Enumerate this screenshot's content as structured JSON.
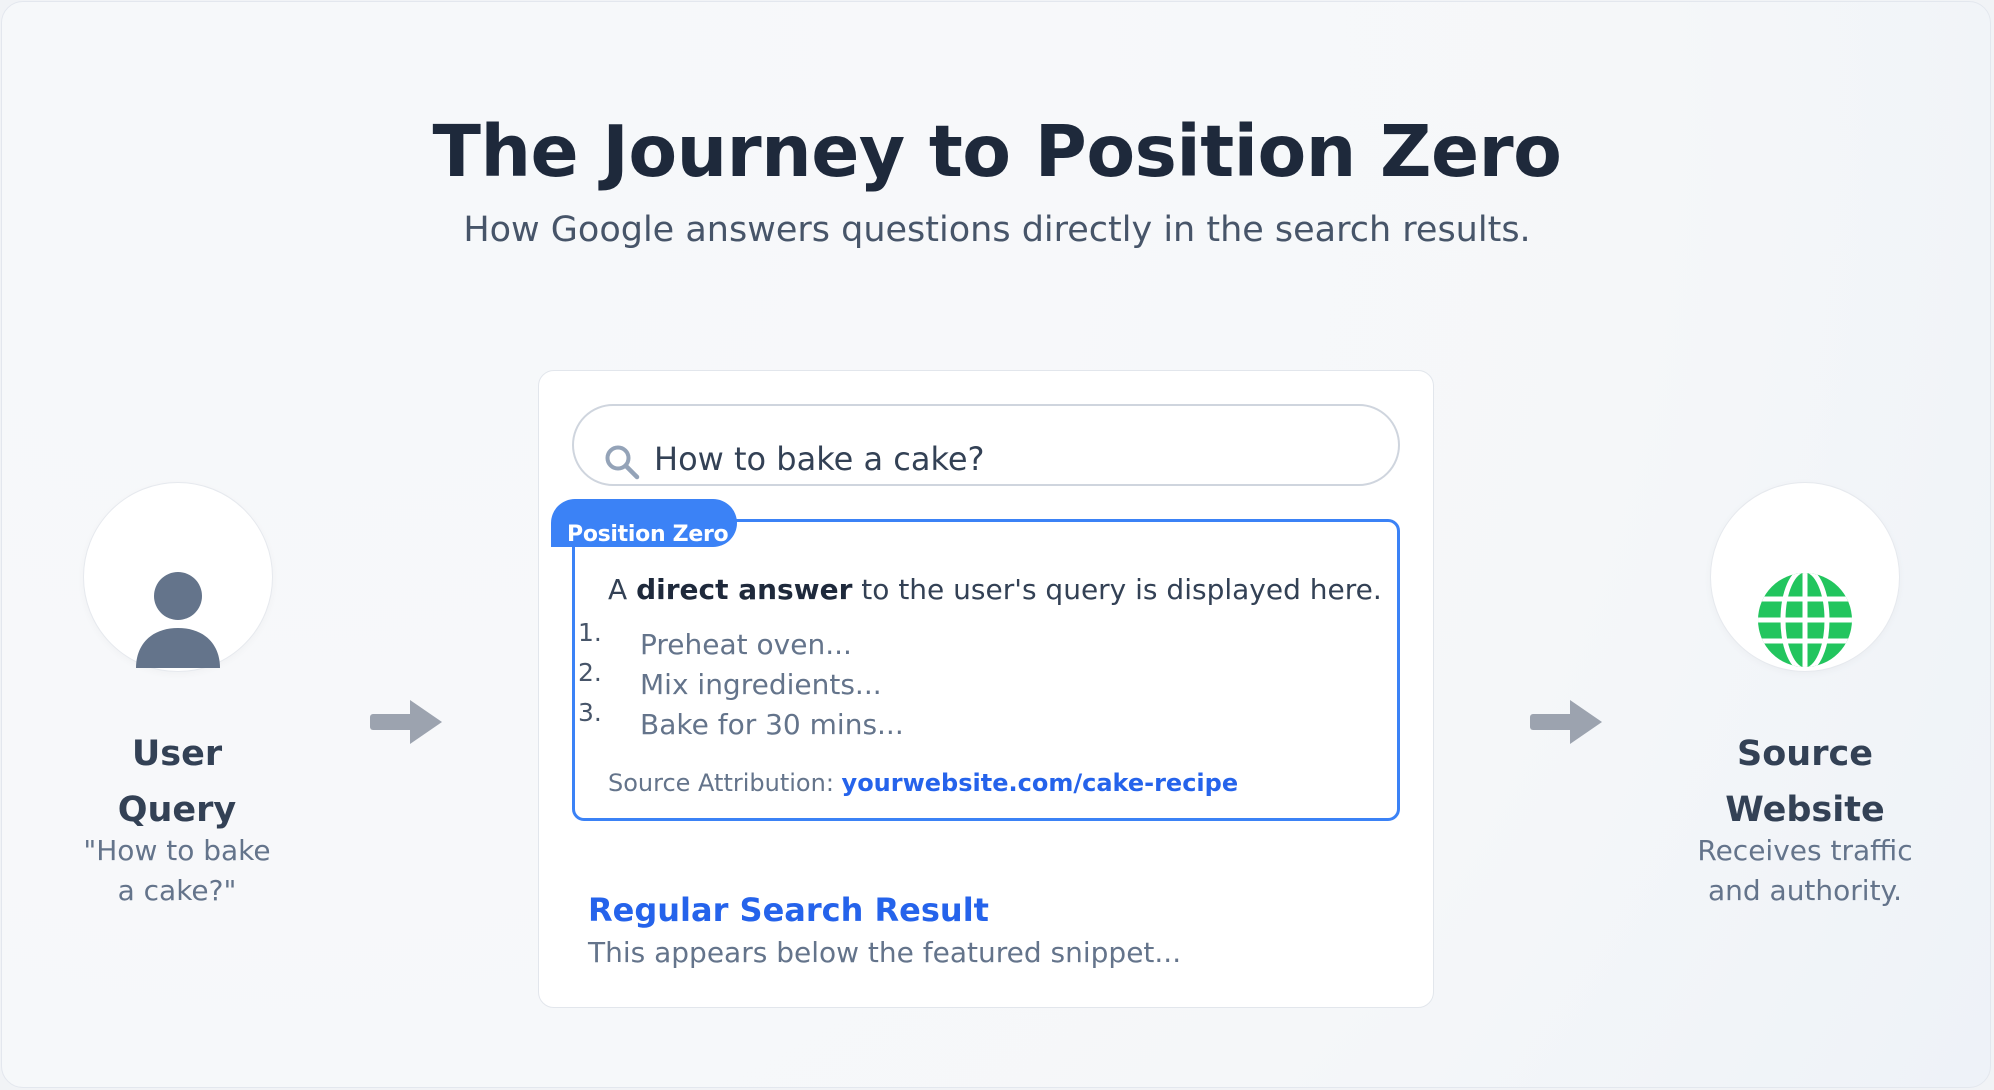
{
  "header": {
    "title": "The Journey to Position Zero",
    "subtitle": "How Google answers questions directly in the search results."
  },
  "user_node": {
    "icon": "user-icon",
    "label_line1": "User",
    "label_line2": "Query",
    "desc_line1": "\"How to bake",
    "desc_line2": "a cake?\""
  },
  "source_node": {
    "icon": "globe-icon",
    "label_line1": "Source",
    "label_line2": "Website",
    "desc_line1": "Receives traffic",
    "desc_line2": "and authority."
  },
  "search": {
    "icon": "search-icon",
    "query": "How to bake a cake?"
  },
  "featured_snippet": {
    "badge": "Position Zero",
    "lead_prefix": "A ",
    "lead_bold": "direct answer",
    "lead_suffix": " to the user's query is displayed here.",
    "steps": [
      {
        "num": "1.",
        "text": "Preheat oven..."
      },
      {
        "num": "2.",
        "text": "Mix ingredients..."
      },
      {
        "num": "3.",
        "text": "Bake for 30 mins..."
      }
    ],
    "source_label": "Source Attribution: ",
    "source_link": "yourwebsite.com/cake-recipe"
  },
  "regular_result": {
    "title": "Regular Search Result",
    "description": "This appears below the featured snippet..."
  },
  "colors": {
    "accent_blue": "#3b82f6",
    "link_blue": "#2563eb",
    "globe_green": "#22c55e",
    "user_icon_gray": "#64748b",
    "arrow_gray": "#9ca3af"
  }
}
